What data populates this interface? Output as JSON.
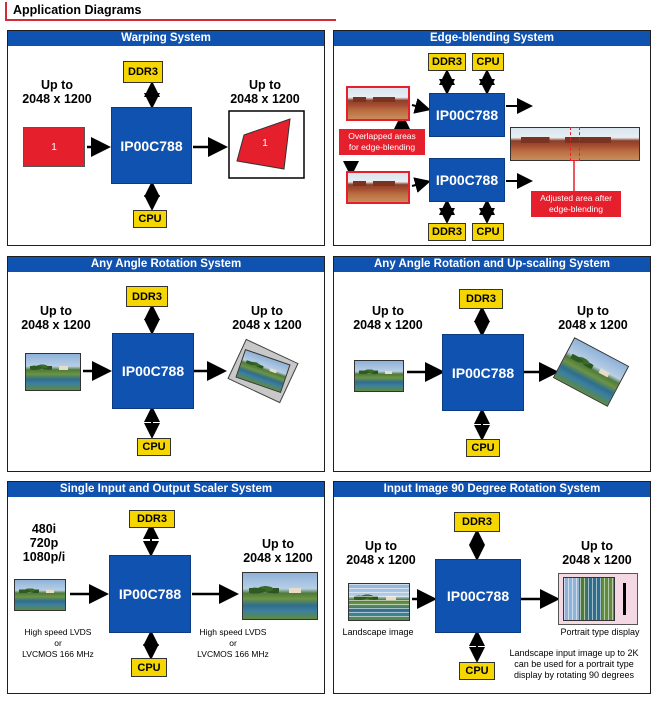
{
  "header": {
    "title": "Application Diagrams"
  },
  "chip_label": "IP00C788",
  "ddr3_label": "DDR3",
  "cpu_label": "CPU",
  "resolution": {
    "line1": "Up to",
    "line2": "2048 x 1200"
  },
  "colors": {
    "panel_bar": "#1052b0",
    "chip": "#1052b0",
    "tag": "#f5d600",
    "accent_red": "#e5202c"
  },
  "panels": {
    "warping": {
      "title": "Warping System",
      "input_number": "1",
      "output_number": "1"
    },
    "edge_blending": {
      "title": "Edge-blending System",
      "note_overlap": {
        "line1": "Overlapped areas",
        "line2": "for edge-blending"
      },
      "note_adjusted": {
        "line1": "Adjusted area after",
        "line2": "edge-blending"
      }
    },
    "rotation": {
      "title": "Any Angle Rotation System"
    },
    "rotation_upscale": {
      "title": "Any Angle Rotation and Up-scaling System"
    },
    "scaler": {
      "title": "Single Input and Output Scaler System",
      "input_formats": [
        "480i",
        "720p",
        "1080p/i"
      ],
      "interface": {
        "line1": "High speed LVDS",
        "line2": "or",
        "line3": "LVCMOS 166 MHz"
      }
    },
    "rotation90": {
      "title": "Input Image 90 Degree Rotation System",
      "landscape_caption": "Landscape image",
      "portrait_caption": "Portrait type display",
      "note": {
        "line1": "Landscape input image up to 2K",
        "line2": "can be used for a portrait type",
        "line3": "display by rotating 90 degrees"
      }
    }
  }
}
